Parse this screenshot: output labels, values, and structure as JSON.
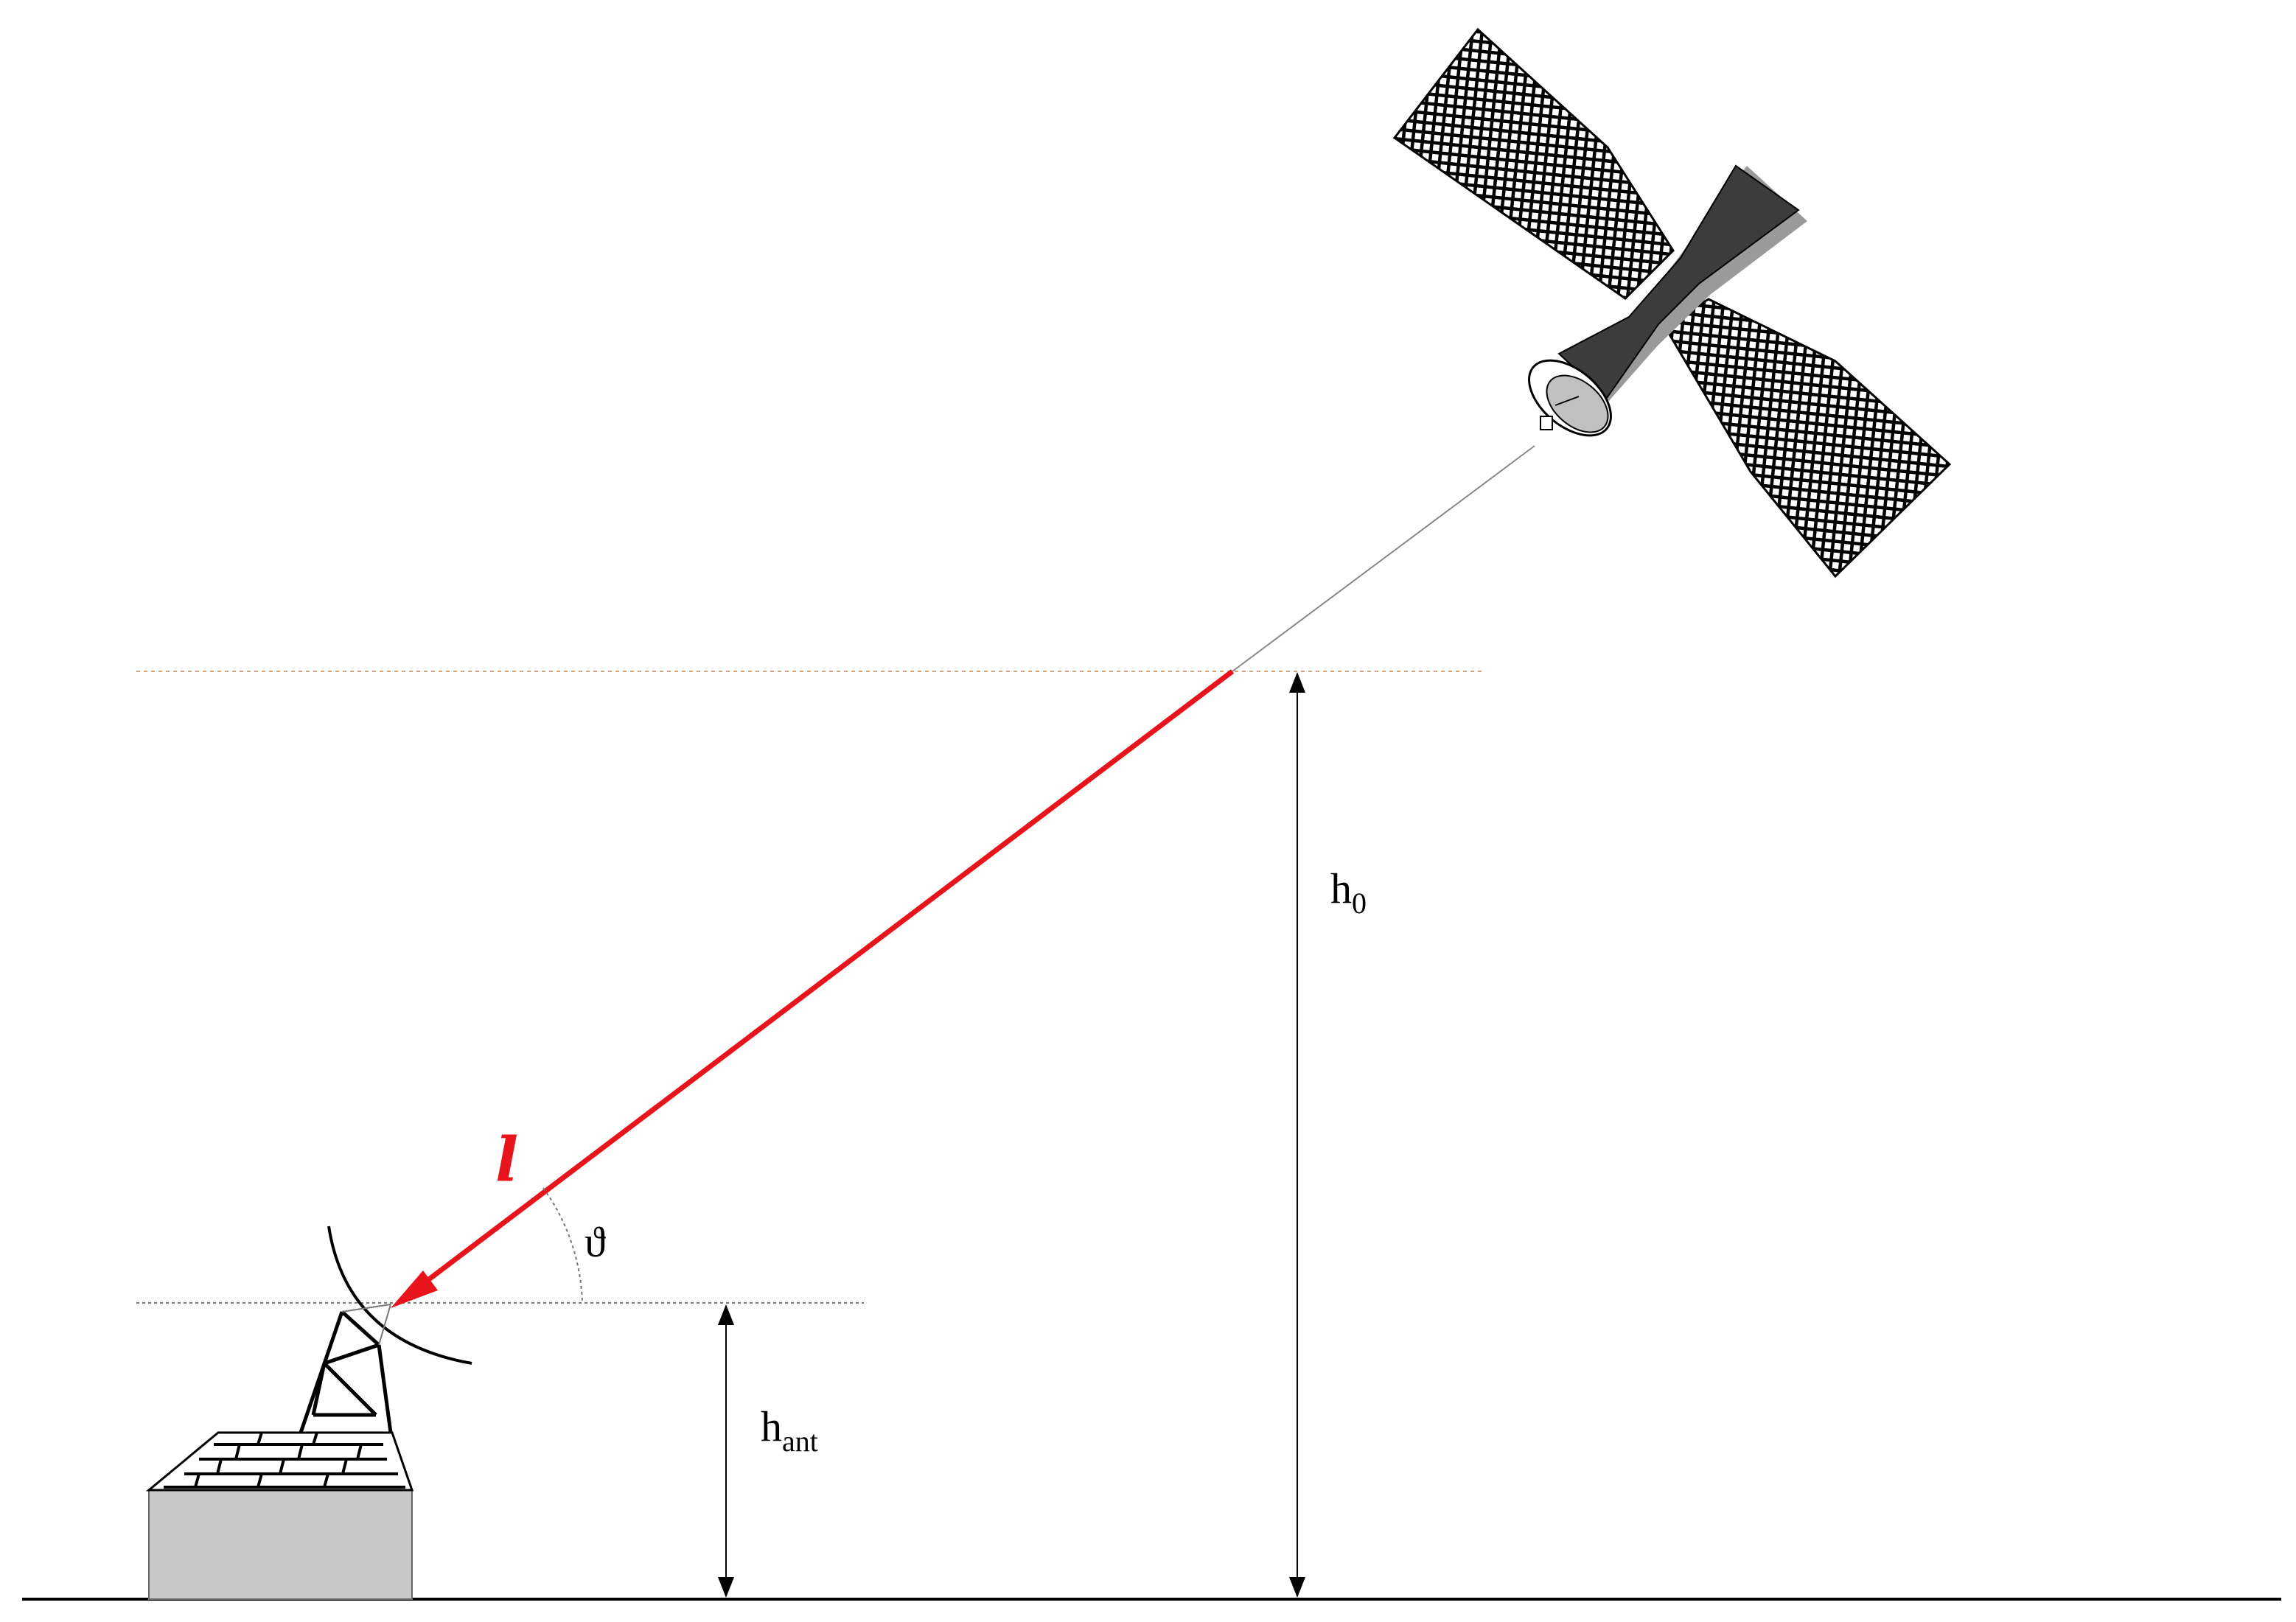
{
  "labels": {
    "h0": {
      "main": "h",
      "sub": "0"
    },
    "hant": {
      "main": "h",
      "sub": "ant"
    },
    "angle": "ϑ",
    "path": "l"
  },
  "colors": {
    "path": "#e8141b",
    "ground": "#000000",
    "reference_line_top": "#d9a37a",
    "reference_line_antenna": "#777777",
    "building": "#c8c8c8",
    "satellite_body": "#3c3c3c",
    "satellite_panel_grid": "#000000"
  },
  "icons": {
    "satellite": "satellite-icon",
    "antenna": "antenna-tower-icon",
    "building": "building-icon"
  }
}
